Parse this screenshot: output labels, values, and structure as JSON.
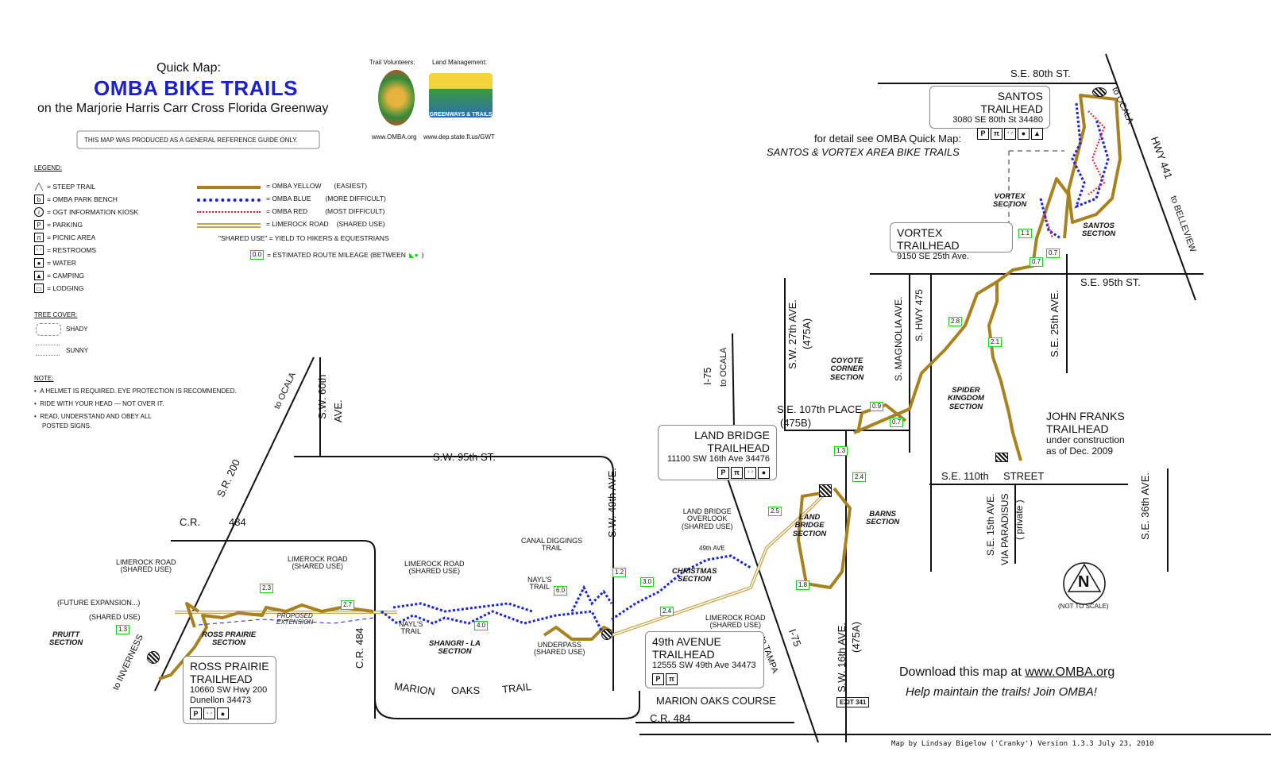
{
  "header": {
    "quick_map": "Quick Map:",
    "title": "OMBA BIKE TRAILS",
    "subtitle": "on the Marjorie Harris Carr Cross Florida Greenway",
    "disclaimer": "THIS MAP WAS PRODUCED AS A GENERAL REFERENCE GUIDE ONLY.",
    "trail_volunteers": "Trail Volunteers:",
    "land_management": "Land Management:",
    "omba_url": "www.OMBA.org",
    "dep_url": "www.dep.state.fl.us/GWT",
    "greenways_logo_text": "GREENWAYS & TRAILS"
  },
  "legend": {
    "title": "LEGEND:",
    "symbols": [
      {
        "icon": "steep-trail-icon",
        "glyph": "╱╲",
        "label": "= STEEP TRAIL"
      },
      {
        "icon": "bench-icon",
        "glyph": "b",
        "label": "= OMBA PARK BENCH"
      },
      {
        "icon": "info-icon",
        "glyph": "i",
        "label": "= OGT INFORMATION KIOSK"
      },
      {
        "icon": "parking-icon",
        "glyph": "P",
        "label": "= PARKING"
      },
      {
        "icon": "picnic-icon",
        "glyph": "π",
        "label": "= PICNIC AREA"
      },
      {
        "icon": "restroom-icon",
        "glyph": "♀♂",
        "label": "= RESTROOMS"
      },
      {
        "icon": "water-icon",
        "glyph": "●",
        "label": "= WATER"
      },
      {
        "icon": "camping-icon",
        "glyph": "▲",
        "label": "= CAMPING"
      },
      {
        "icon": "lodging-icon",
        "glyph": "▭",
        "label": "= LODGING"
      }
    ],
    "lines": [
      {
        "label": "= OMBA  YELLOW",
        "note": "(EASIEST)",
        "color": "#a8821f"
      },
      {
        "label": "= OMBA  BLUE",
        "note": "(MORE DIFFICULT)",
        "color": "#1a23d6"
      },
      {
        "label": "= OMBA  RED",
        "note": "(MOST DIFFICULT)",
        "color": "#e02020"
      },
      {
        "label": "= LIMEROCK ROAD",
        "note": "(SHARED USE)",
        "color": "#c9a44a"
      }
    ],
    "shared_use": "\"SHARED USE\" = YIELD TO HIKERS & EQUESTRIANS",
    "mileage_sample": "0.0",
    "mileage_label": "= ESTIMATED ROUTE MILEAGE  (BETWEEN",
    "mileage_close": ")",
    "tree_cover_title": "TREE COVER:",
    "shady": "SHADY",
    "sunny": "SUNNY",
    "note_title": "NOTE:",
    "notes": [
      "A HELMET IS REQUIRED.  EYE PROTECTION IS RECOMMENDED.",
      "RIDE WITH YOUR HEAD — NOT OVER IT.",
      "READ, UNDERSTAND AND OBEY ALL",
      "POSTED SIGNS."
    ]
  },
  "trailheads": {
    "santos": {
      "name": "SANTOS TRAILHEAD",
      "address": "3080 SE 80th St 34480",
      "amenities": [
        "P",
        "π",
        "♀♂",
        "●",
        "▲"
      ]
    },
    "vortex": {
      "name": "VORTEX TRAILHEAD",
      "address": "9150 SE 25th Ave."
    },
    "land_bridge": {
      "name1": "LAND BRIDGE",
      "name2": "TRAILHEAD",
      "address": "11100 SW 16th Ave 34476",
      "amenities": [
        "P",
        "π",
        "♀♂",
        "●"
      ]
    },
    "ave49": {
      "name1": "49th AVENUE",
      "name2": "TRAILHEAD",
      "address": "12555 SW 49th Ave 34473",
      "amenities": [
        "P",
        "π"
      ]
    },
    "ross": {
      "name1": "ROSS PRAIRIE",
      "name2": "TRAILHEAD",
      "address1": "10660 SW Hwy 200",
      "address2": "Dunellon 34473",
      "amenities": [
        "P",
        "♀♂",
        "●"
      ]
    },
    "john_franks": {
      "l1": "JOHN FRANKS",
      "l2": "TRAILHEAD",
      "l3": "under construction",
      "l4": "as of Dec. 2009"
    }
  },
  "detail_note": {
    "l1": "for detail see  OMBA Quick Map:",
    "l2": "SANTOS & VORTEX AREA BIKE TRAILS"
  },
  "roads": {
    "se80": "S.E. 80th ST.",
    "to_ocala_ne": "to OCALA",
    "hwy441": "HWY 441",
    "to_belleview": "to BELLEVIEW",
    "se95": "S.E. 95th ST.",
    "se25": "S.E. 25th AVE.",
    "s_hwy475": "S. HWY 475",
    "s_magnolia": "S. MAGNOLIA AVE.",
    "sw27": "S.W. 27th AVE.",
    "sw27b": "(475A)",
    "se107": "S.E. 107th PLACE",
    "se107b": "(475B)",
    "i75": "I-75",
    "to_ocala_i75": "to OCALA",
    "se110": "S.E. 110th",
    "street": "STREET",
    "se15": "S.E. 15th AVE.",
    "via_paradisus": "VIA PARADISUS",
    "private": "( private )",
    "se36": "S.E. 36th AVE.",
    "sw95": "S.W. 95th ST.",
    "sw60": "S.W. 60th",
    "sw60b": "AVE.",
    "sw49": "S.W. 49th AVE.",
    "sw16": "S.W. 16th AVE.",
    "sw16b": "(475A)",
    "to_tampa": "to TAMPA",
    "i75_south": "I-75",
    "cr484_top": "C.R.",
    "cr484_top_num": "484",
    "cr484_vert": "C.R. 484",
    "cr484_bottom": "C.R. 484",
    "sr200": "S.R. 200",
    "to_ocala_sr": "to OCALA",
    "to_inverness": "to INVERNESS",
    "marion_oaks_trail": [
      "MARION",
      "OAKS",
      "TRAIL"
    ],
    "marion_oaks_course": "MARION OAKS COURSE",
    "exit": "EXIT 341"
  },
  "sections": {
    "vortex": "VORTEX\nSECTION",
    "santos": "SANTOS\nSECTION",
    "coyote": "COYOTE\nCORNER\nSECTION",
    "spider": "SPIDER\nKINGDOM\nSECTION",
    "land_bridge": "LAND\nBRIDGE\nSECTION",
    "barns": "BARNS\nSECTION",
    "christmas": "CHRISTMAS\nSECTION",
    "shangri": "SHANGRI - LA\nSECTION",
    "ross": "ROSS PRAIRIE\nSECTION",
    "pruitt": "PRUITT\nSECTION"
  },
  "labels": {
    "limerock1": "LIMEROCK ROAD\n(SHARED USE)",
    "limerock2": "LIMEROCK ROAD\n(SHARED USE)",
    "limerock3": "LIMEROCK ROAD\n(SHARED USE)",
    "limerock4": "LIMEROCK ROAD\n(SHARED USE)",
    "future": "(FUTURE  EXPANSION...)",
    "shared_use": "(SHARED USE)",
    "proposed": "PROPOSED\nEXTENSION",
    "nayls1": "NAYL'S\nTRAIL",
    "nayls2": "NAYL'S\nTRAIL",
    "canal": "CANAL DIGGINGS\nTRAIL",
    "underpass": "UNDERPASS\n(SHARED USE)",
    "overlook": "LAND BRIDGE\nOVERLOOK\n(SHARED USE)",
    "ave49_small": "49th AVE",
    "not_to_scale": "(NOT TO SCALE)",
    "north": "N"
  },
  "mileage": [
    "1.1",
    "0.7",
    "0.7",
    "2.8",
    "2.1",
    "0.9",
    "0.7",
    "1.3",
    "2.4",
    "2.5",
    "1.8",
    "1.2",
    "3.0",
    "2.4",
    "6.0",
    "4.0",
    "2.7",
    "2.3",
    "1.3"
  ],
  "footer": {
    "download_pre": "Download this map at ",
    "download_url": "www.OMBA.org",
    "help": "Help maintain the trails! Join OMBA!",
    "credit": "Map by Lindsay Bigelow ('Cranky')   Version 1.3.3   July 23, 2010"
  },
  "colors": {
    "yellow_trail": "#a8821f",
    "blue_trail": "#1a23d6",
    "red_trail": "#e02020",
    "limerock": "#c9a44a",
    "mileage_border": "#1bd11b",
    "title_blue": "#1a1fd1"
  }
}
